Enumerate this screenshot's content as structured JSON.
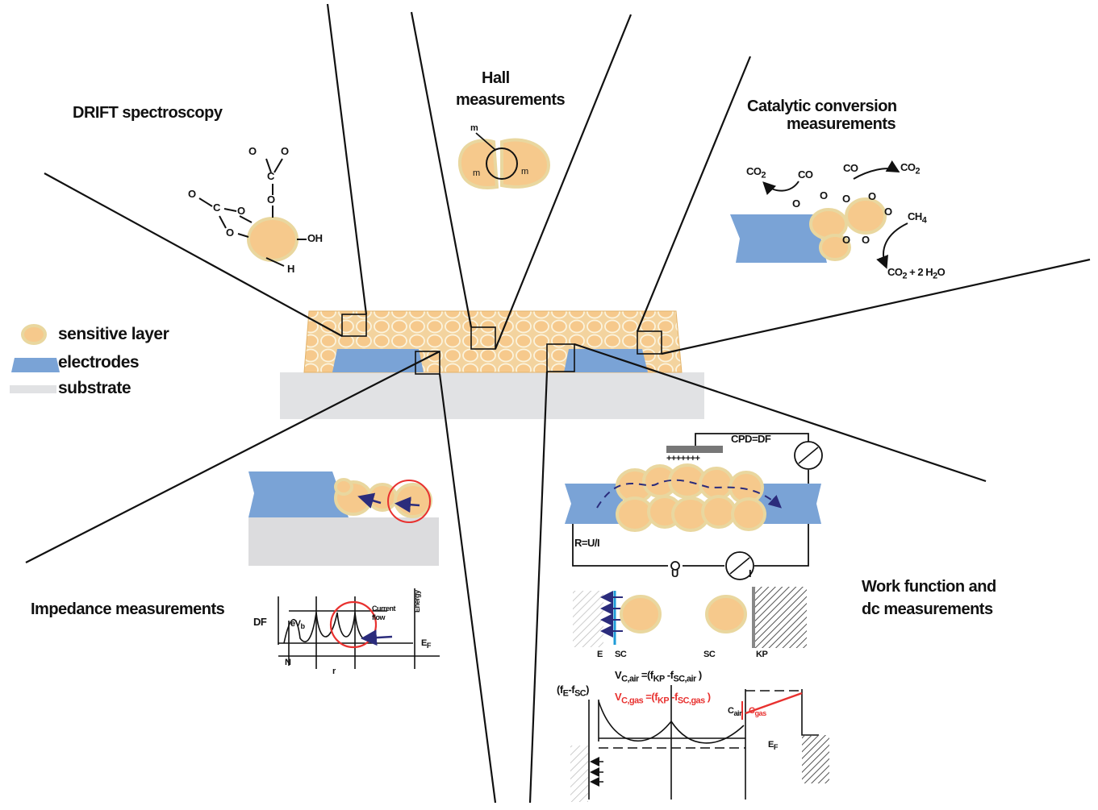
{
  "titles": {
    "drift": "DRIFT spectroscopy",
    "hall_line1": "Hall",
    "hall_line2": "measurements",
    "catalytic_line1": "Catalytic conversion",
    "catalytic_line2": "measurements",
    "impedance": "Impedance measurements",
    "work_line1": "Work function and",
    "work_line2": "dc measurements"
  },
  "legend": {
    "sensitive": "sensitive layer",
    "electrodes": "electrodes",
    "substrate": "substrate"
  },
  "drift_labels": {
    "o1": "O",
    "o2": "O",
    "c_top": "C",
    "o_top_bridge": "O",
    "o3": "O",
    "c_left": "C",
    "o_left1": "O",
    "o_left2": "O",
    "oh": "OH",
    "h": "H"
  },
  "hall_labels": {
    "m_top": "m",
    "m_left": "m",
    "m_right": "m"
  },
  "catalytic_labels": {
    "co2_left": "CO",
    "co2_left_sub": "2",
    "co_left": "CO",
    "co_right": "CO",
    "co2_right": "CO",
    "co2_right_sub": "2",
    "ch4": "CH",
    "ch4_sub": "4",
    "products": "CO",
    "products_sub": "2",
    "products_rest": "+ 2 H",
    "products_sub2": "2",
    "products_o": "O",
    "o_ions": [
      "O",
      "O",
      "O",
      "O",
      "O",
      "O",
      "O"
    ]
  },
  "impedance_labels": {
    "df": "DF",
    "evb": "eV",
    "evb_sub": "b",
    "current": "Current flow",
    "energy": "Energy",
    "ef": "E",
    "ef_sub": "F",
    "n": "N",
    "r": "r"
  },
  "work_labels": {
    "cpd": "CPD=DF",
    "plus": "+++++++",
    "rsensor": "R",
    "rsensor_rest": "=U/I",
    "u": "U",
    "i": "I",
    "e": "E",
    "sc1": "SC",
    "sc2": "SC",
    "kp": "KP",
    "fe": "(f",
    "fe_rest": "E",
    "fe_mid": "-f",
    "fe_sc": "SC",
    "fe_close": ")",
    "v1": "V",
    "v1_sub": "C,air",
    "v1_rest": "=(f",
    "v1_kp": "KP",
    "v1_mid": "-f",
    "v1_sc": "SC,air",
    "v1_close": ")",
    "v2": "V",
    "v2_sub": "C,gas",
    "v2_rest": "=(f",
    "v2_kp": "KP",
    "v2_mid": "-f",
    "v2_sc": "SC,gas",
    "v2_close": ")",
    "cair": "C",
    "cair_sub": "air",
    "cgas": "C",
    "cgas_sub": "gas",
    "ef": "E",
    "ef_sub": "F"
  },
  "colors": {
    "grain_fill": "#f6c98c",
    "grain_rim": "#ece0a6",
    "electrode": "#7aa3d6",
    "substrate": "#e1e2e4",
    "accent_red": "#e8312f",
    "arrow_navy": "#2b2c7c"
  }
}
